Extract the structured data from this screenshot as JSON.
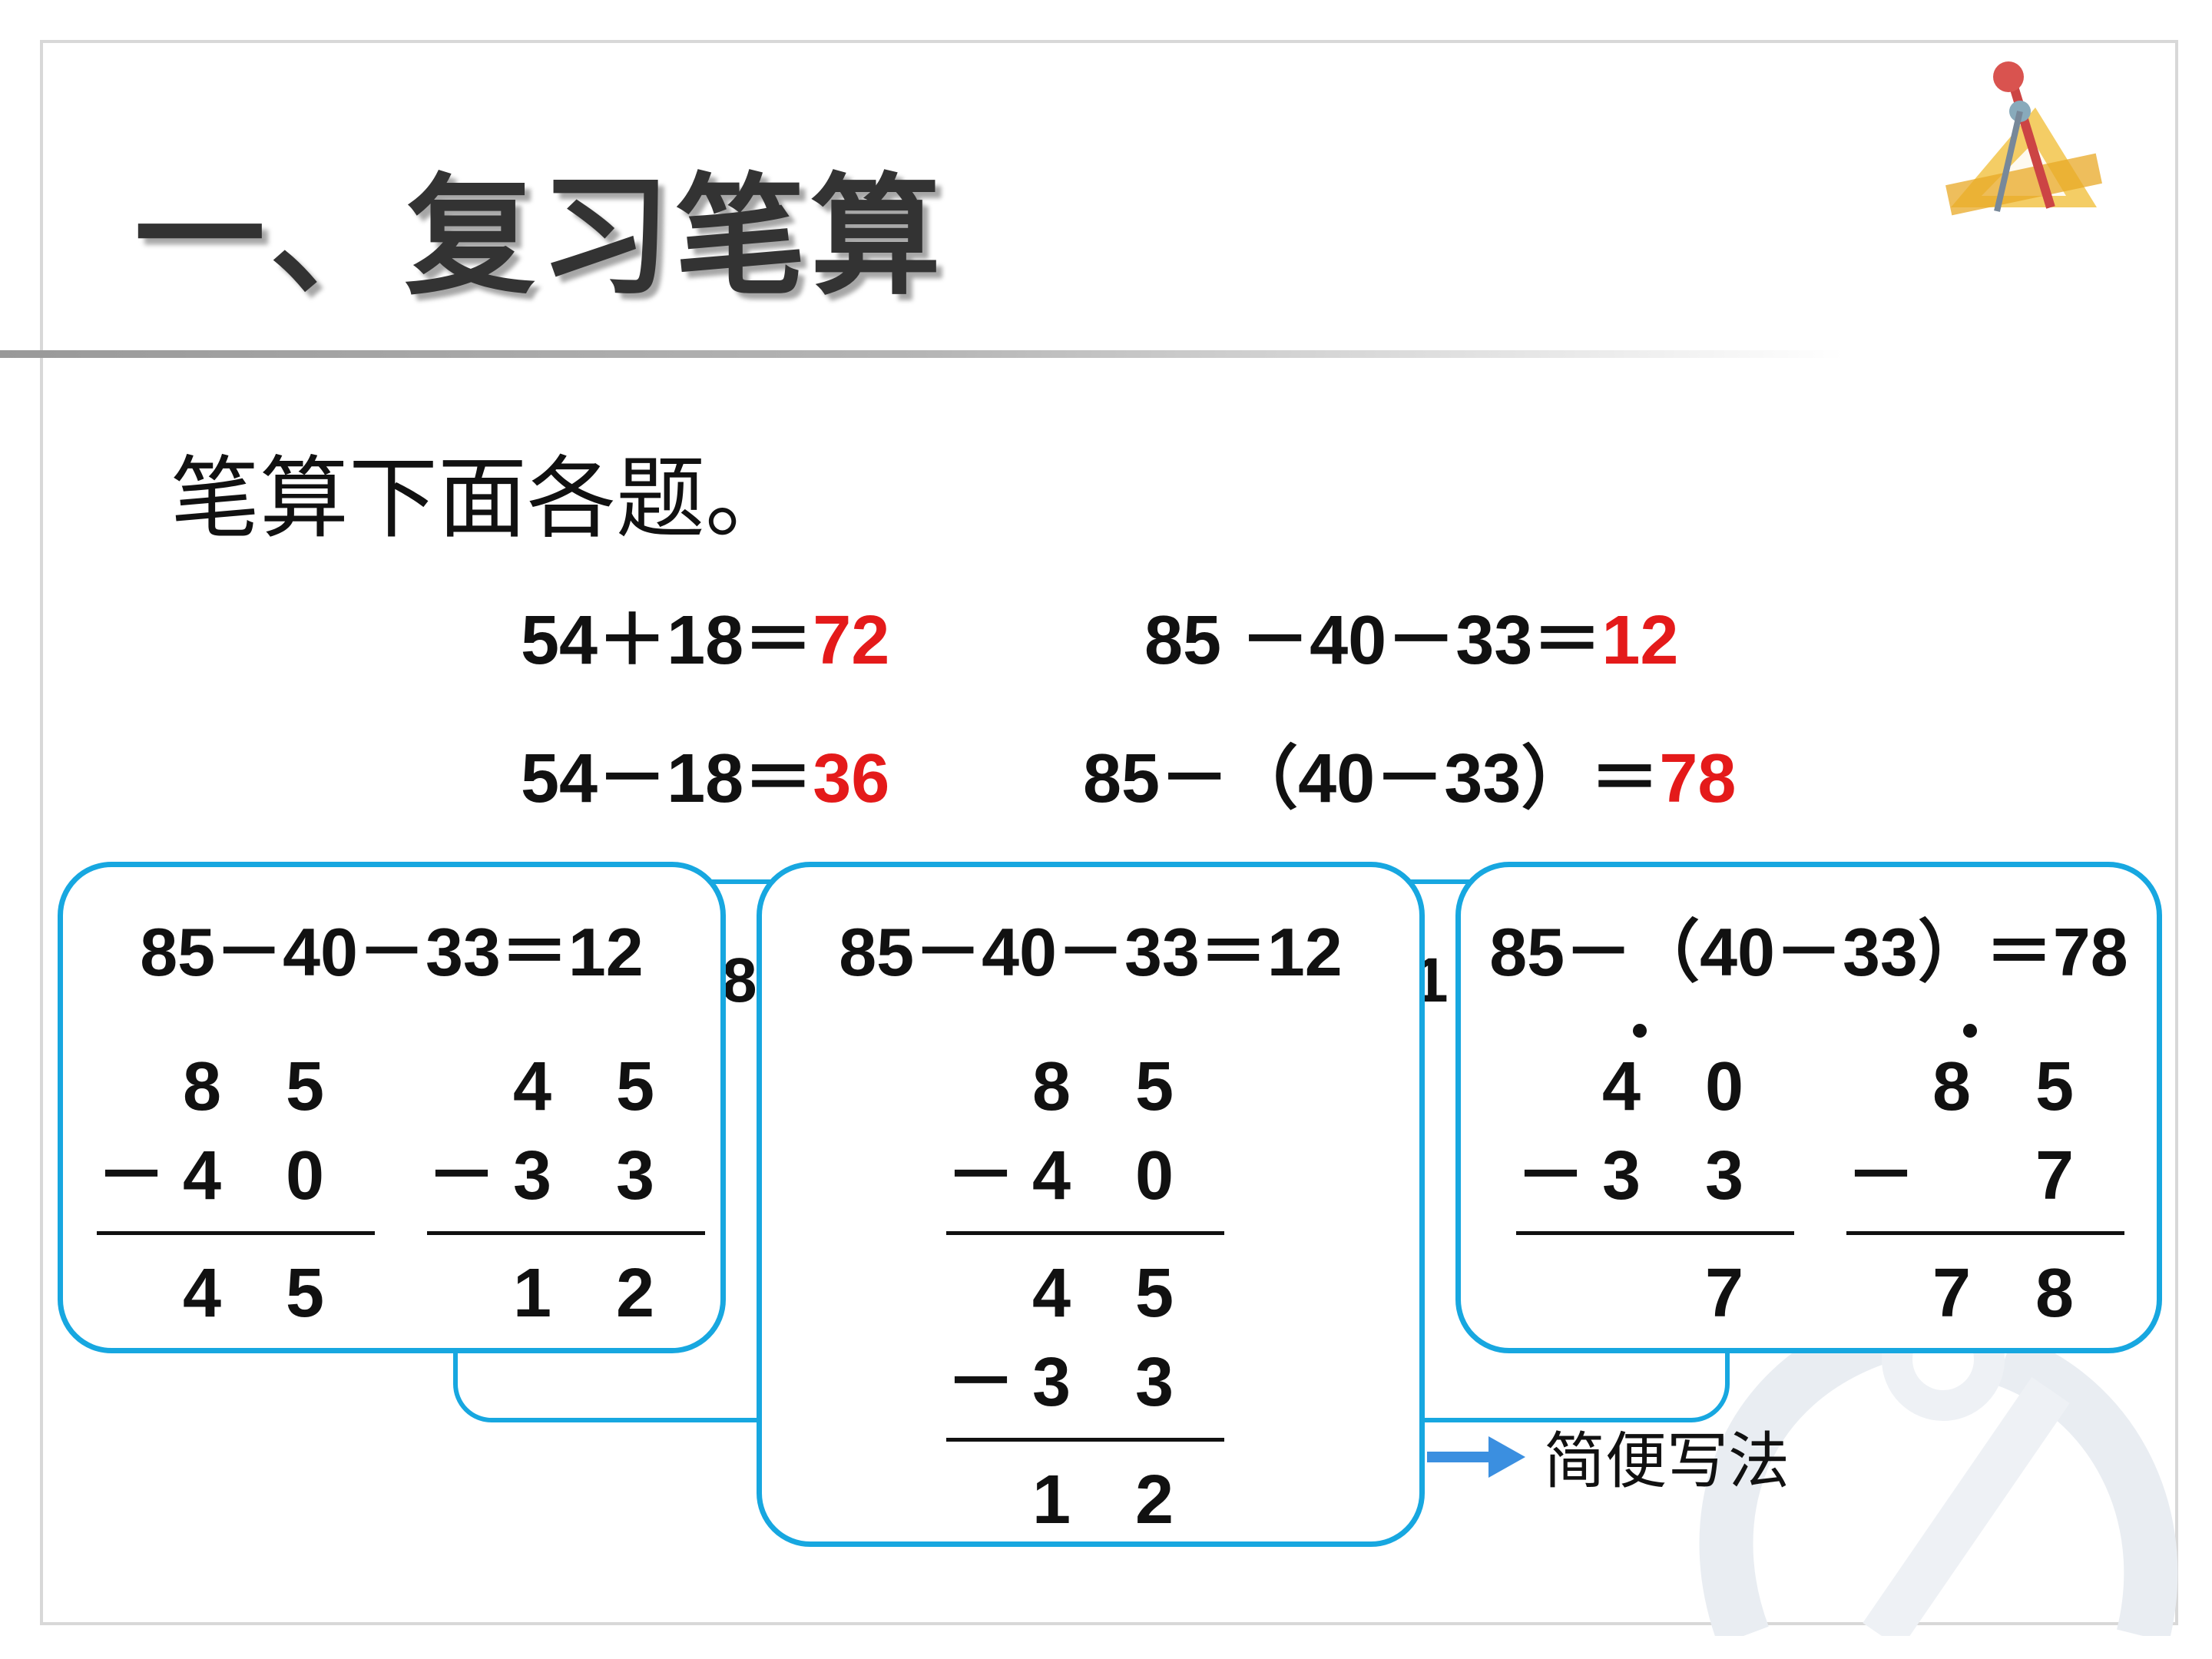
{
  "title": "一、复习笔算",
  "instruction": "笔算下面各题。",
  "problems": [
    {
      "expr": "54＋18＝",
      "answer": "72"
    },
    {
      "expr": "85 －40－33＝",
      "answer": "12"
    },
    {
      "expr": "54－18＝",
      "answer": "36"
    },
    {
      "expr": "85－（40－33）＝",
      "answer": "78"
    }
  ],
  "back_snippets": [
    "8",
    "1"
  ],
  "card1": {
    "equation": "85－40－33＝12",
    "calc1": {
      "top": [
        "",
        "8",
        "5"
      ],
      "bottom": [
        "－",
        "4",
        "0"
      ],
      "result": [
        "",
        "4",
        "5"
      ]
    },
    "calc2": {
      "top": [
        "",
        "4",
        "5"
      ],
      "bottom": [
        "－",
        "3",
        "3"
      ],
      "result": [
        "",
        "1",
        "2"
      ]
    }
  },
  "card2": {
    "equation": "85－40－33＝12",
    "rows": {
      "r1": [
        "",
        "8",
        "5"
      ],
      "r2": [
        "－",
        "4",
        "0"
      ],
      "r3": [
        "",
        "4",
        "5"
      ],
      "r4": [
        "－",
        "3",
        "3"
      ],
      "r5": [
        "",
        "1",
        "2"
      ]
    }
  },
  "card3": {
    "equation": "85－（40－33）＝78",
    "calc1": {
      "top": [
        "",
        "4",
        "0"
      ],
      "bottom": [
        "－",
        "3",
        "3"
      ],
      "result": [
        "",
        "",
        "7"
      ]
    },
    "calc2": {
      "top": [
        "",
        "8",
        "5"
      ],
      "bottom": [
        "－",
        "",
        "7"
      ],
      "result": [
        "",
        "7",
        "8"
      ]
    }
  },
  "arrow_label": "简便写法",
  "colors": {
    "accent": "#17a7e0",
    "answer": "#e41a1a",
    "arrow": "#3b8fe0"
  }
}
